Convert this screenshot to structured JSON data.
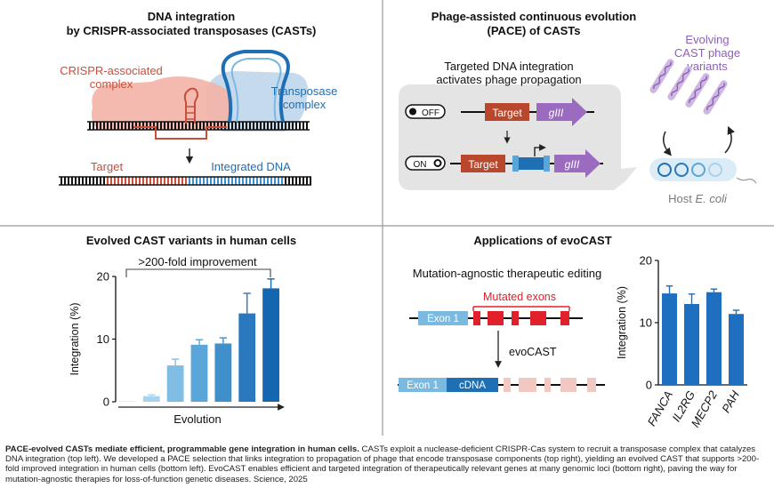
{
  "panels": {
    "top_left": {
      "title_line1": "DNA integration",
      "title_line2": "by CRISPR-associated transposases (CASTs)",
      "crispr_label_line1": "CRISPR-associated",
      "crispr_label_line2": "complex",
      "transposase_label_line1": "Transposase",
      "transposase_label_line2": "complex",
      "target_label": "Target",
      "integrated_label": "Integrated DNA"
    },
    "top_right": {
      "title_line1": "Phage-assisted continuous evolution",
      "title_line2": "(PACE) of CASTs",
      "subtitle_line1": "Targeted DNA integration",
      "subtitle_line2": "activates phage propagation",
      "off_label": "OFF",
      "on_label": "ON",
      "target_label": "Target",
      "gene_label": "gIII",
      "phage_label_line1": "Evolving",
      "phage_label_line2": "CAST phage",
      "phage_label_line3": "variants",
      "host_prefix": "Host ",
      "host_species": "E. coli"
    },
    "bottom_left": {
      "title": "Evolved CAST variants in human cells",
      "improvement_label": ">200-fold improvement",
      "xlabel": "Evolution"
    },
    "bottom_right": {
      "title": "Applications of evoCAST",
      "subtitle": "Mutation-agnostic therapeutic editing",
      "mutated_label": "Mutated exons",
      "exon_label": "Exon 1",
      "cdna_label": "cDNA",
      "evocast_label": "evoCAST"
    }
  },
  "colors": {
    "crispr": "#c8503a",
    "transposase": "#1f6fb4",
    "purple": "#8e5fb4",
    "mutated": "#e0202a",
    "exon": "#7ab9e0"
  },
  "chart_data": [
    {
      "type": "bar",
      "categories": [
        "",
        "",
        "",
        "",
        "",
        "",
        ""
      ],
      "values": [
        0.1,
        0.9,
        5.8,
        9.1,
        9.3,
        14.1,
        18.1
      ],
      "errors": [
        0.0,
        0.2,
        1.0,
        0.8,
        0.9,
        3.2,
        1.5
      ],
      "colors": [
        "#d6ebf7",
        "#a9d2ee",
        "#7fbde4",
        "#5aa6d8",
        "#3f8fcb",
        "#2a78bd",
        "#1566b0"
      ],
      "ylabel": "Integration (%)",
      "xlabel": "Evolution",
      "ylim": [
        0,
        20
      ],
      "yticks": [
        0,
        10,
        20
      ]
    },
    {
      "type": "bar",
      "categories": [
        "FANCA",
        "IL2RG",
        "MECP2",
        "PAH"
      ],
      "values": [
        14.7,
        13.0,
        14.9,
        11.4
      ],
      "errors": [
        1.2,
        1.6,
        0.5,
        0.6
      ],
      "colors": [
        "#1e6fc0",
        "#1e6fc0",
        "#1e6fc0",
        "#1e6fc0"
      ],
      "ylabel": "Integration (%)",
      "ylim": [
        0,
        20
      ],
      "yticks": [
        0,
        10,
        20
      ]
    }
  ],
  "caption": {
    "bold": "PACE-evolved CASTs mediate efficient, programmable gene integration in human cells.",
    "text": " CASTs exploit a nuclease-deficient CRISPR-Cas system to recruit a transposase complex that catalyzes DNA integration (top left). We developed a PACE selection that links integration to propagation of phage that encode transposase components (top right), yielding an evolved CAST that supports >200-fold improved integration in human cells (bottom left). EvoCAST enables efficient and targeted integration of therapeutically relevant genes at many genomic loci (bottom right), paving the way for mutation-agnostic therapies for loss-of-function genetic diseases. Science, 2025"
  }
}
